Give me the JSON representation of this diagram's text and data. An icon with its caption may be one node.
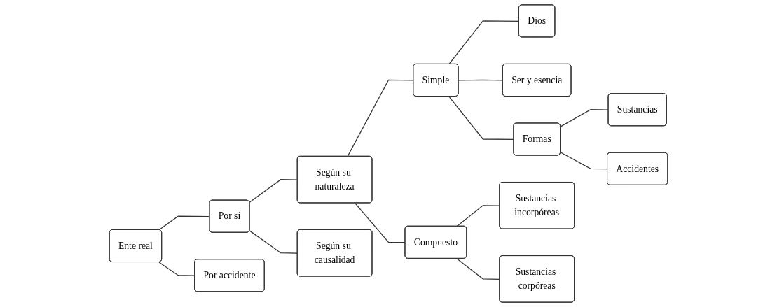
{
  "diagram": {
    "nodes": [
      {
        "text": [
          "Ente real"
        ]
      },
      {
        "text": [
          "Por sí"
        ]
      },
      {
        "text": [
          "Por accidente"
        ]
      },
      {
        "text": [
          "Según su naturaleza"
        ]
      },
      {
        "text": [
          "Según su causalidad"
        ]
      },
      {
        "text": [
          "Simple"
        ]
      },
      {
        "text": [
          "Compuesto"
        ]
      },
      {
        "text": [
          "Dios"
        ]
      },
      {
        "text": [
          "Ser y esencia"
        ]
      },
      {
        "text": [
          "Formas"
        ]
      },
      {
        "text": [
          "Sustancias"
        ]
      },
      {
        "text": [
          "Accidentes"
        ]
      },
      {
        "text": [
          "Sustancias incorpóreas"
        ]
      },
      {
        "text": [
          "Sustancias corpóreas"
        ]
      }
    ],
    "edges": [
      {
        "from": 0,
        "to": 1,
        "arrow": "none"
      },
      {
        "from": 0,
        "to": 2,
        "arrow": "none"
      },
      {
        "from": 1,
        "to": 3,
        "arrow": "none"
      },
      {
        "from": 1,
        "to": 4,
        "arrow": "none"
      },
      {
        "from": 3,
        "to": 5,
        "arrow": "none"
      },
      {
        "from": 3,
        "to": 6,
        "arrow": "none"
      },
      {
        "from": 5,
        "to": 7,
        "arrow": "none"
      },
      {
        "from": 5,
        "to": 8,
        "arrow": "none"
      },
      {
        "from": 5,
        "to": 9,
        "arrow": "none"
      },
      {
        "from": 9,
        "to": 10,
        "arrow": "none"
      },
      {
        "from": 9,
        "to": 11,
        "arrow": "none"
      },
      {
        "from": 6,
        "to": 12,
        "arrow": "none"
      },
      {
        "from": 6,
        "to": 13,
        "arrow": "none"
      }
    ]
  }
}
